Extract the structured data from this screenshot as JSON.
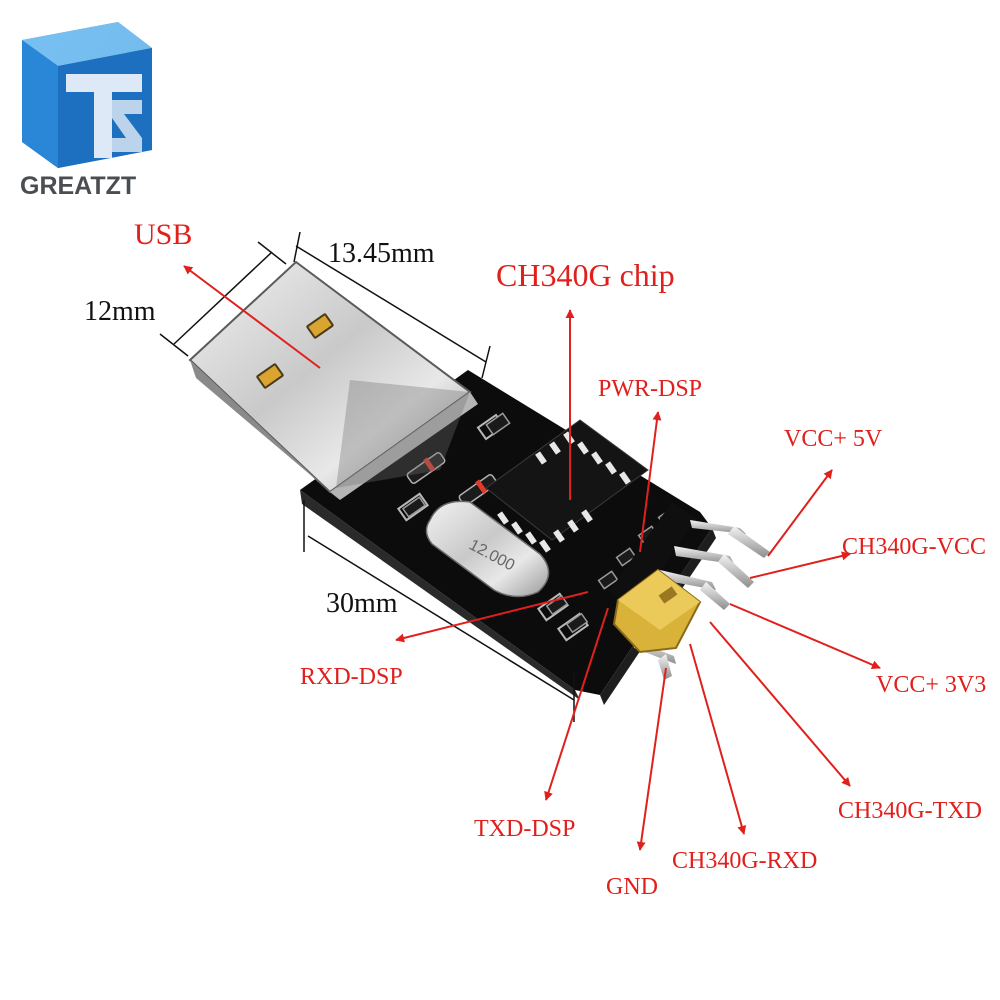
{
  "logo": {
    "brand": "GREATZT",
    "mark": "TZ"
  },
  "dimensions": {
    "usb_width": "12mm",
    "usb_length": "13.45mm",
    "board_length": "30mm"
  },
  "labels": {
    "usb": "USB",
    "chip": "CH340G chip",
    "pwr_dsp": "PWR-DSP",
    "vcc_5v": "VCC+ 5V",
    "ch340g_vcc": "CH340G-VCC",
    "vcc_3v3": "VCC+ 3V3",
    "ch340g_txd": "CH340G-TXD",
    "ch340g_rxd": "CH340G-RXD",
    "gnd": "GND",
    "txd_dsp": "TXD-DSP",
    "rxd_dsp": "RXD-DSP"
  },
  "components": {
    "crystal_marking": "12.000"
  },
  "colors": {
    "label_red": "#e0201c",
    "logo_blue": "#1f78c8",
    "board_black": "#101010",
    "jumper_yellow": "#d9b23a"
  }
}
